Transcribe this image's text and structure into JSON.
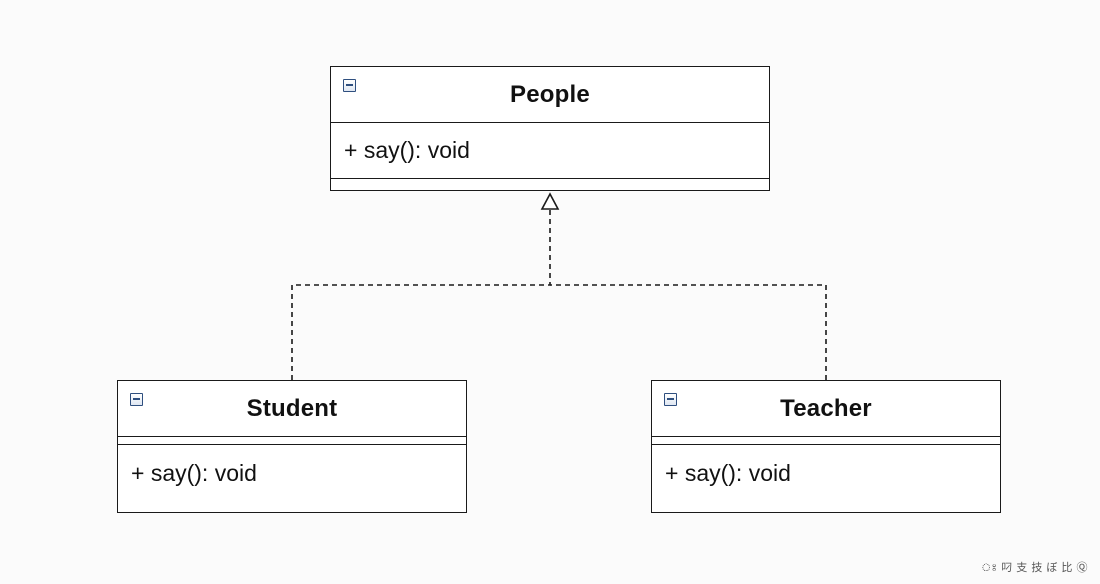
{
  "diagram": {
    "classes": {
      "people": {
        "name": "People",
        "operations": [
          "+ say(): void"
        ]
      },
      "student": {
        "name": "Student",
        "operations": [
          "+ say(): void"
        ]
      },
      "teacher": {
        "name": "Teacher",
        "operations": [
          "+ say(): void"
        ]
      }
    },
    "relationships": [
      {
        "type": "realization",
        "from": "Student",
        "to": "People"
      },
      {
        "type": "realization",
        "from": "Teacher",
        "to": "People"
      }
    ],
    "colors": {
      "border": "#1a1a1a",
      "icon": "#2f4f7f",
      "background": "#fbfbfb"
    }
  },
  "watermark": "ঃ 叼 支 技 ぼ 比 Ⓠ"
}
